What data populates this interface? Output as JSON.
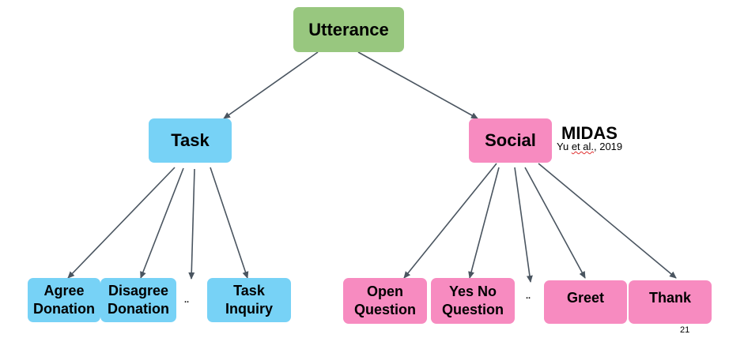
{
  "diagram": {
    "root": {
      "label": "Utterance",
      "color": "#98c77f"
    },
    "task": {
      "label": "Task",
      "color": "#77d2f6",
      "children": [
        {
          "lines": [
            "Agree",
            "Donation"
          ]
        },
        {
          "lines": [
            "Disagree",
            "Donation"
          ]
        },
        {
          "lines": [
            "Task",
            "Inquiry"
          ]
        }
      ],
      "ellipsis": ".."
    },
    "social": {
      "label": "Social",
      "color": "#f78bc0",
      "children": [
        {
          "lines": [
            "Open",
            "Question"
          ]
        },
        {
          "lines": [
            "Yes No",
            "Question"
          ]
        },
        {
          "lines": [
            "Greet"
          ]
        },
        {
          "lines": [
            "Thank"
          ]
        }
      ],
      "ellipsis": ".."
    },
    "arrow_color": "#4a5560"
  },
  "annotation": {
    "title": "MIDAS",
    "cite_name": "Yu",
    "cite_etal": "et al.",
    "cite_year": ", 2019"
  },
  "page_number": "21"
}
